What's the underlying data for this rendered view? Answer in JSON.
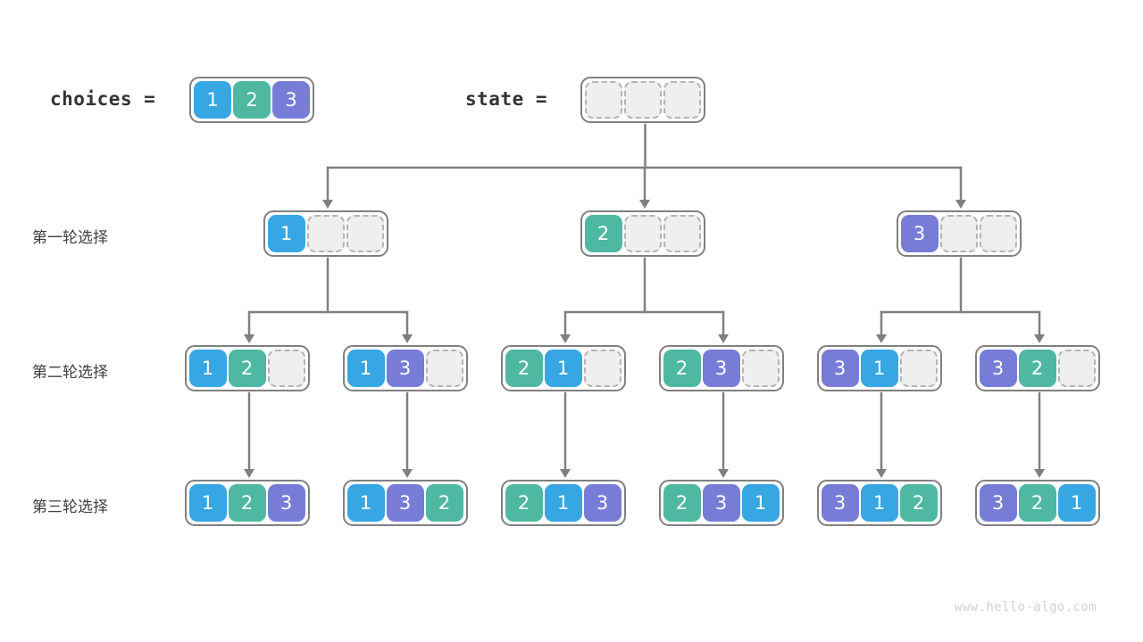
{
  "meta": {
    "watermark": "www.hello-algo.com",
    "colors": {
      "value_1": "#37a7e4",
      "value_2": "#4fb8a3",
      "value_3": "#777dd7",
      "empty_fill": "#efefef",
      "empty_border": "#b4b4b4",
      "box_border": "#808080",
      "edge": "#808080",
      "background": "#ffffff"
    }
  },
  "header": {
    "choices_label": "choices =",
    "choices_cells": [
      "1",
      "2",
      "3"
    ],
    "state_label": "state =",
    "state_cells": [
      "",
      "",
      ""
    ]
  },
  "rows": [
    {
      "label": "第一轮选择",
      "nodes": [
        {
          "cells": [
            "1",
            "",
            ""
          ]
        },
        {
          "cells": [
            "2",
            "",
            ""
          ]
        },
        {
          "cells": [
            "3",
            "",
            ""
          ]
        }
      ]
    },
    {
      "label": "第二轮选择",
      "nodes": [
        {
          "cells": [
            "1",
            "2",
            ""
          ]
        },
        {
          "cells": [
            "1",
            "3",
            ""
          ]
        },
        {
          "cells": [
            "2",
            "1",
            ""
          ]
        },
        {
          "cells": [
            "2",
            "3",
            ""
          ]
        },
        {
          "cells": [
            "3",
            "1",
            ""
          ]
        },
        {
          "cells": [
            "3",
            "2",
            ""
          ]
        }
      ]
    },
    {
      "label": "第三轮选择",
      "nodes": [
        {
          "cells": [
            "1",
            "2",
            "3"
          ]
        },
        {
          "cells": [
            "1",
            "3",
            "2"
          ]
        },
        {
          "cells": [
            "2",
            "1",
            "3"
          ]
        },
        {
          "cells": [
            "2",
            "3",
            "1"
          ]
        },
        {
          "cells": [
            "3",
            "1",
            "2"
          ]
        },
        {
          "cells": [
            "3",
            "2",
            "1"
          ]
        }
      ]
    }
  ]
}
